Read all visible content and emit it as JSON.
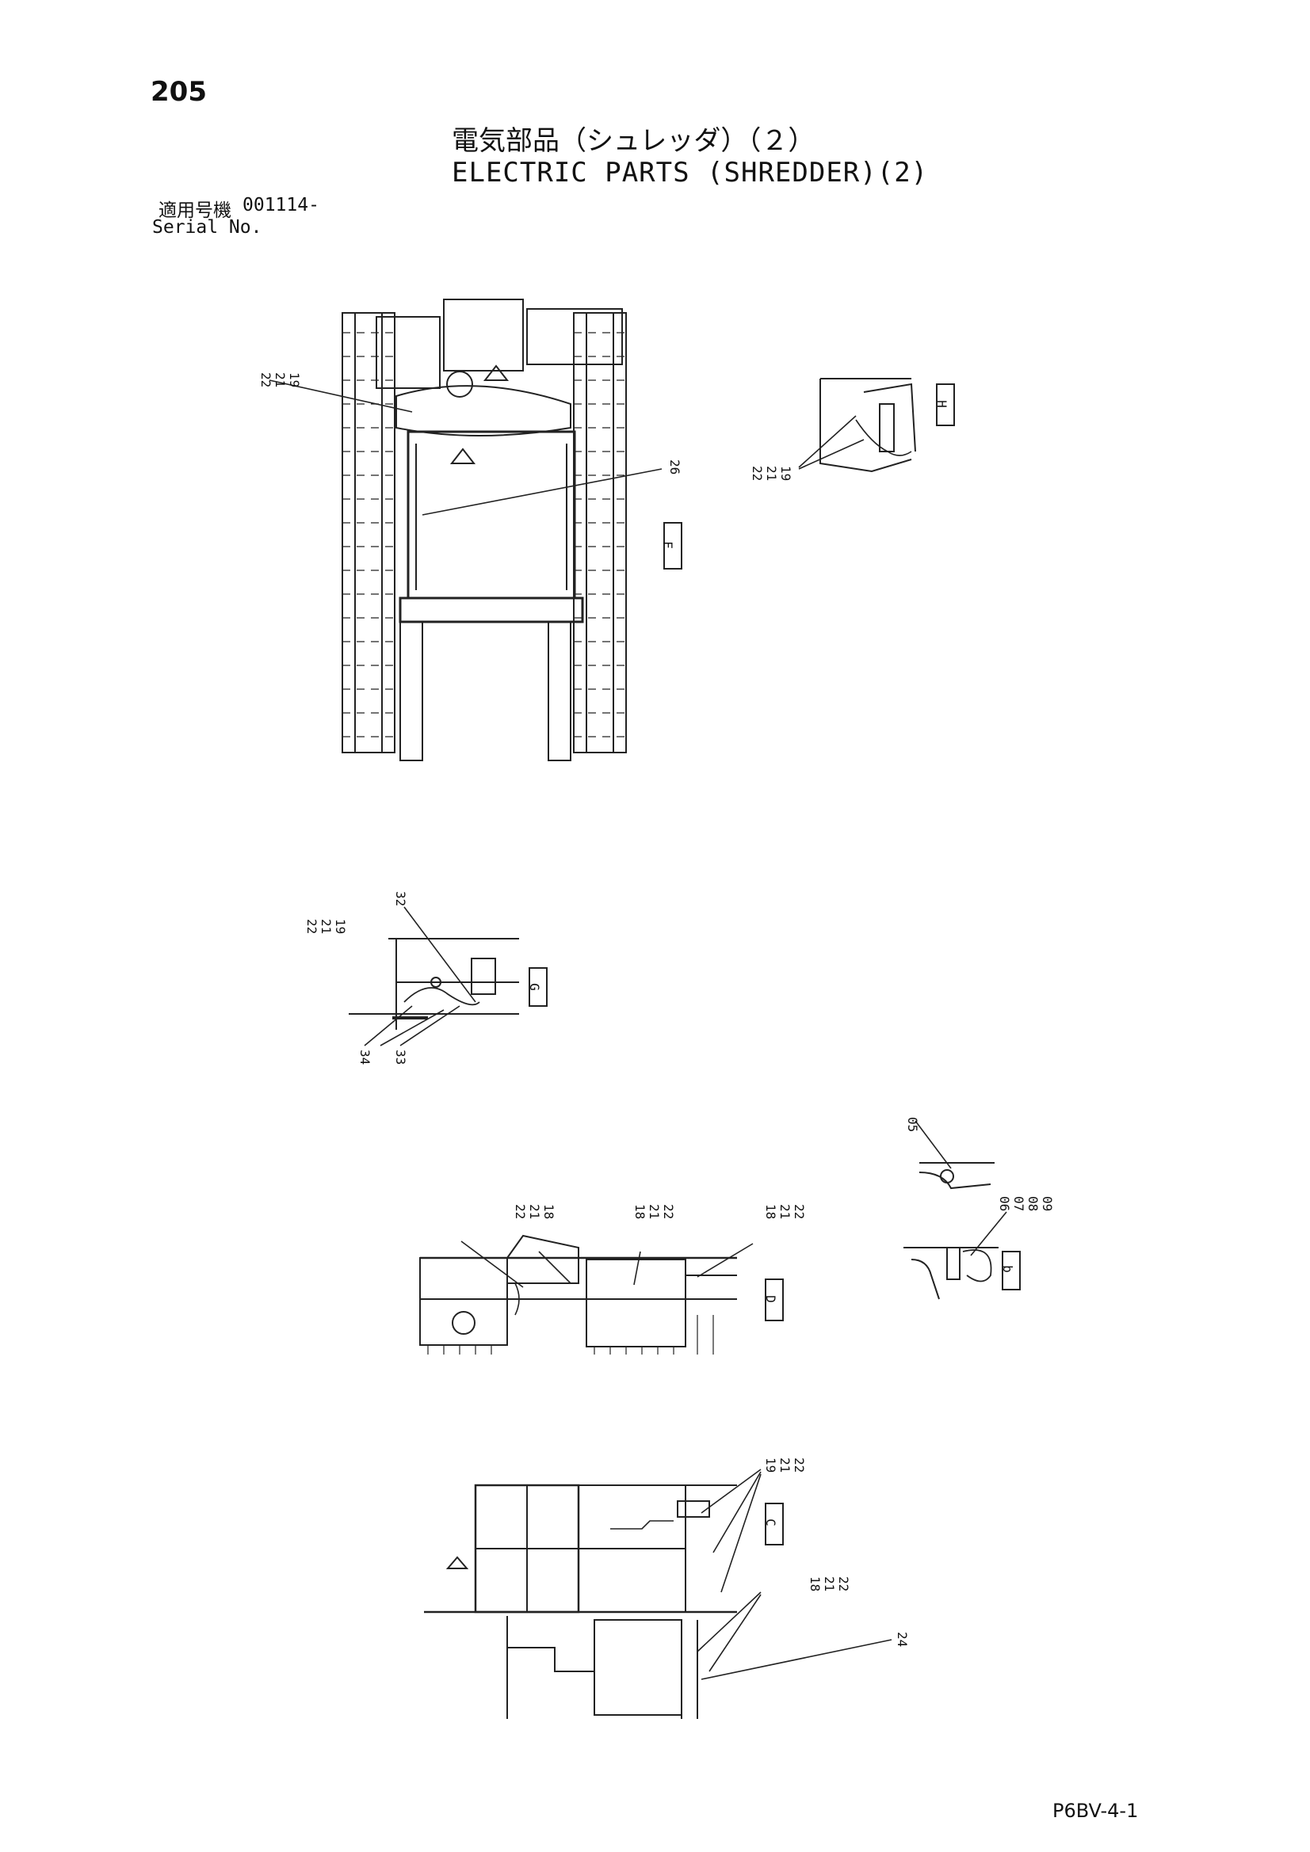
{
  "header": {
    "page_number": "205",
    "title_jp": "電気部品（シュレッダ）（２）",
    "title_en": "ELECTRIC PARTS (SHREDDER)(2)",
    "serial_label_jp": "適用号機",
    "serial_value": "001114-",
    "serial_label_en": "Serial No."
  },
  "views": {
    "F": {
      "letter": "F",
      "callouts": [
        "22",
        "21",
        "19",
        "26"
      ]
    },
    "H": {
      "letter": "H",
      "callouts": [
        "22",
        "21",
        "19"
      ]
    },
    "G": {
      "letter": "G",
      "callouts": [
        "22",
        "21",
        "19",
        "32",
        "34",
        "33"
      ]
    },
    "D": {
      "letter": "D",
      "callouts": [
        "22",
        "21",
        "18",
        "18",
        "21",
        "22",
        "18",
        "21",
        "22"
      ]
    },
    "b": {
      "letter": "b",
      "callouts": [
        "05",
        "06",
        "07",
        "08",
        "09"
      ]
    },
    "C": {
      "letter": "C",
      "callouts": [
        "19",
        "21",
        "22",
        "18",
        "21",
        "22",
        "24"
      ]
    }
  },
  "footer": {
    "code": "P6BV-4-1"
  }
}
